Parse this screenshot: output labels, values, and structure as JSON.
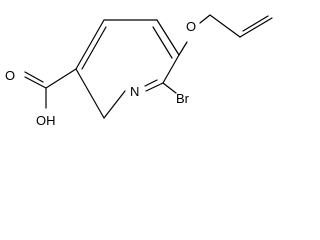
{
  "molecule": {
    "atoms": {
      "ring_nitrogen": "N",
      "bromine": "Br",
      "ether_oxygen": "O",
      "carbonyl_oxygen": "O",
      "hydroxyl": "OH"
    }
  },
  "colors": {
    "bond": "#000000",
    "label": "#000000",
    "background": "#ffffff"
  }
}
